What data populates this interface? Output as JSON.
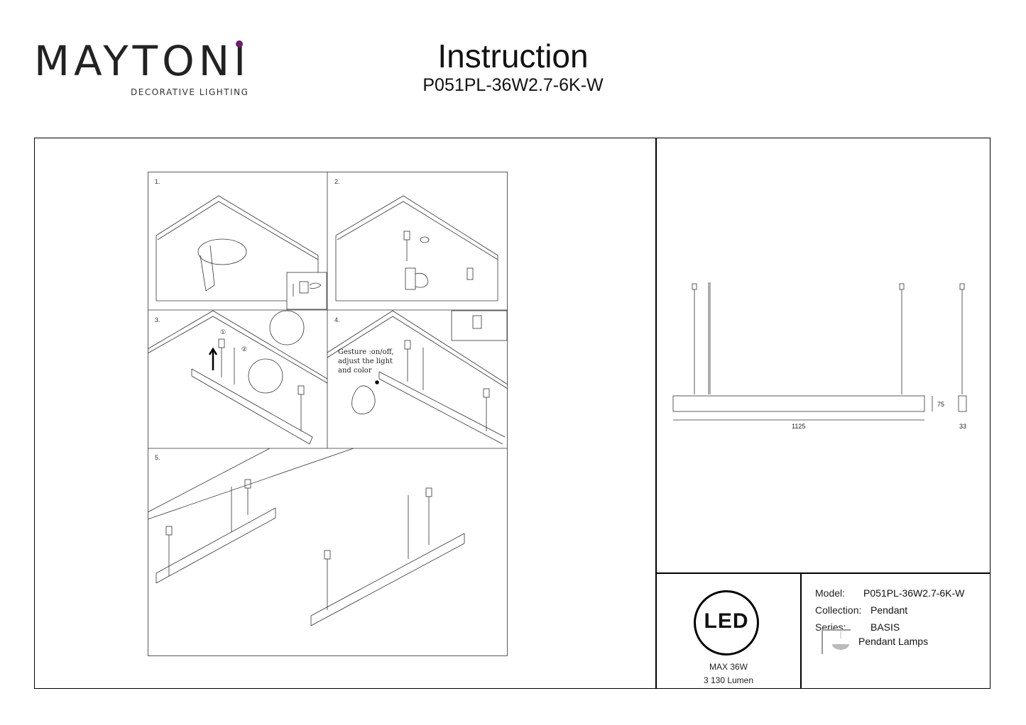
{
  "header": {
    "brand_name": "MAYTONI",
    "brand_tagline": "DECORATIVE LIGHTING",
    "title": "Instruction",
    "model_code": "P051PL-36W2.7-6K-W"
  },
  "steps": {
    "labels": [
      "1.",
      "2.",
      "3.",
      "4.",
      "5."
    ],
    "gesture_note": "Gesture :on/off,\nadjust the light\nand color",
    "marker_1": "①",
    "marker_2": "②"
  },
  "dimensions": {
    "length": "1125",
    "height": "75",
    "width": "33"
  },
  "footer": {
    "led_mark": "LED",
    "power": "MAX 36W",
    "lumen": "3 130 Lumen",
    "specs": {
      "model_label": "Model:",
      "model_value": "P051PL-36W2.7-6K-W",
      "collection_label": "Collection:",
      "collection_value": "Pendant",
      "series_label": "Series:",
      "series_value": "BASIS",
      "type_value": "Pendant Lamps"
    }
  },
  "colors": {
    "brand_accent": "#6b1f6e",
    "line": "#000000"
  },
  "icons": [
    "pendant-lamp-icon"
  ]
}
